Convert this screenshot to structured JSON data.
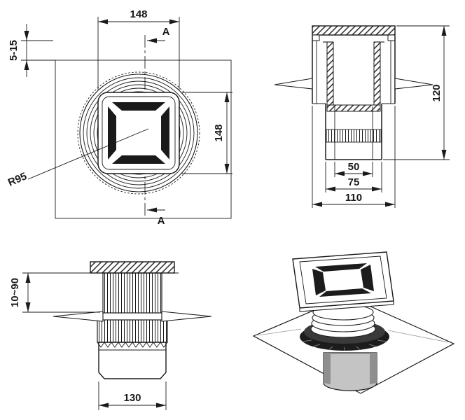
{
  "views": {
    "plan": {
      "dim_width_top": "148",
      "dim_height_right": "148",
      "dim_tile_depth": "5-15",
      "radius": "R95",
      "section_arrow_top": "A",
      "section_arrow_bottom": "A"
    },
    "front_section": {
      "dim_total_height": "120",
      "dim_outlet_bore": "50",
      "dim_outlet_outer": "75",
      "dim_body_width": "110"
    },
    "side_view": {
      "dim_height_adjust": "10~90",
      "dim_outlet_width": "130"
    }
  },
  "colors": {
    "line": "#1a1a1a",
    "slot_fill": "#1a1a1a",
    "background": "#ffffff"
  }
}
